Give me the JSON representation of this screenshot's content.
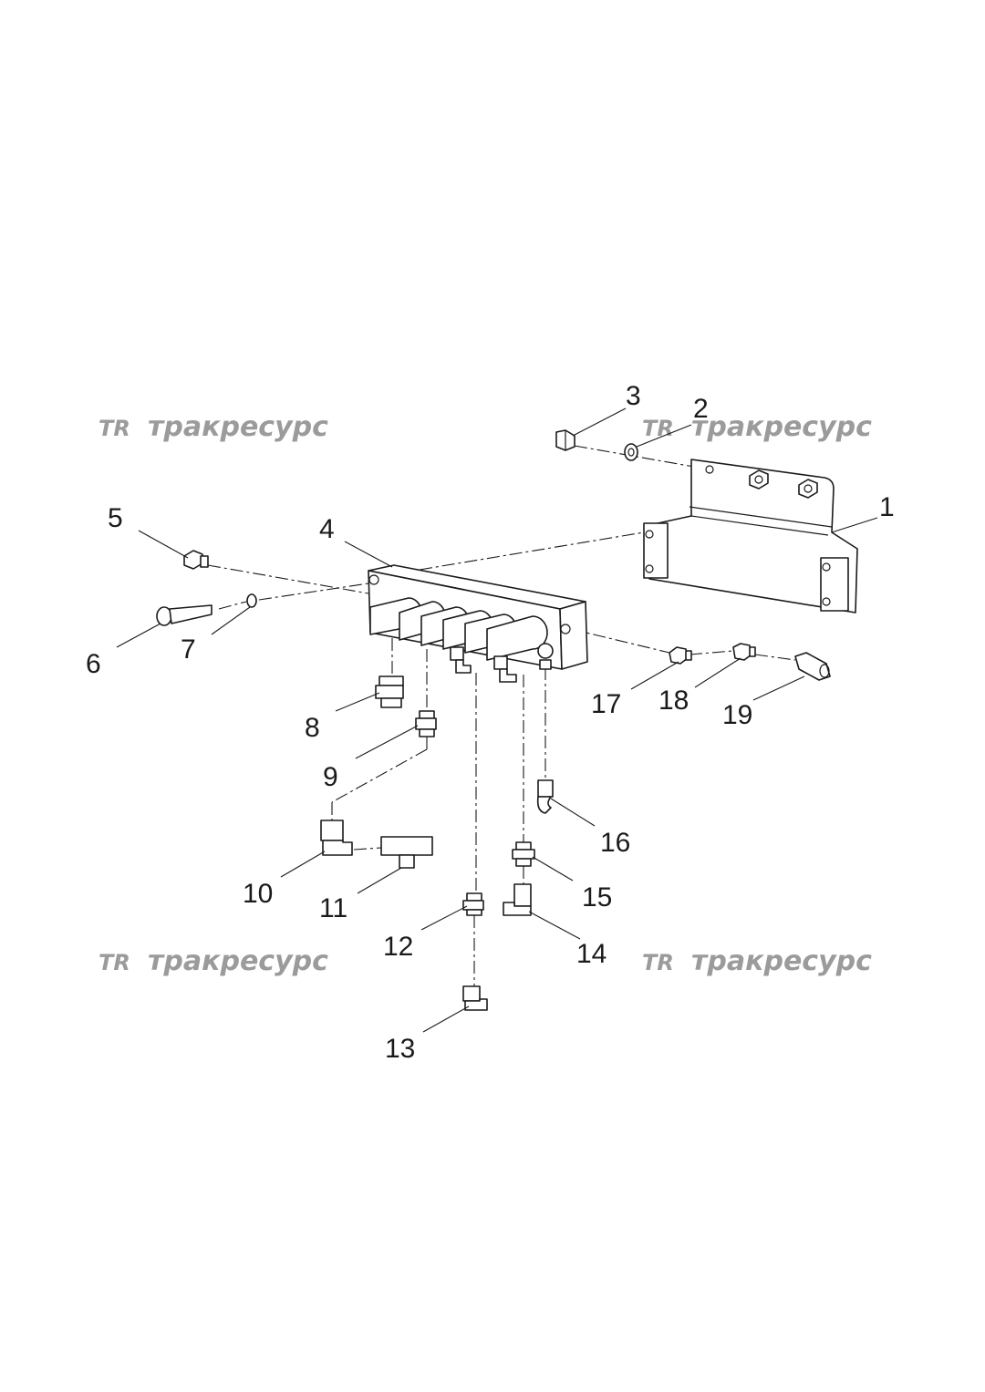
{
  "watermark": {
    "logo": "TR",
    "text": "тракресурс",
    "color": "#9b9b9b"
  },
  "callouts": [
    "1",
    "2",
    "3",
    "4",
    "5",
    "6",
    "7",
    "8",
    "9",
    "10",
    "11",
    "12",
    "13",
    "14",
    "15",
    "16",
    "17",
    "18",
    "19"
  ]
}
